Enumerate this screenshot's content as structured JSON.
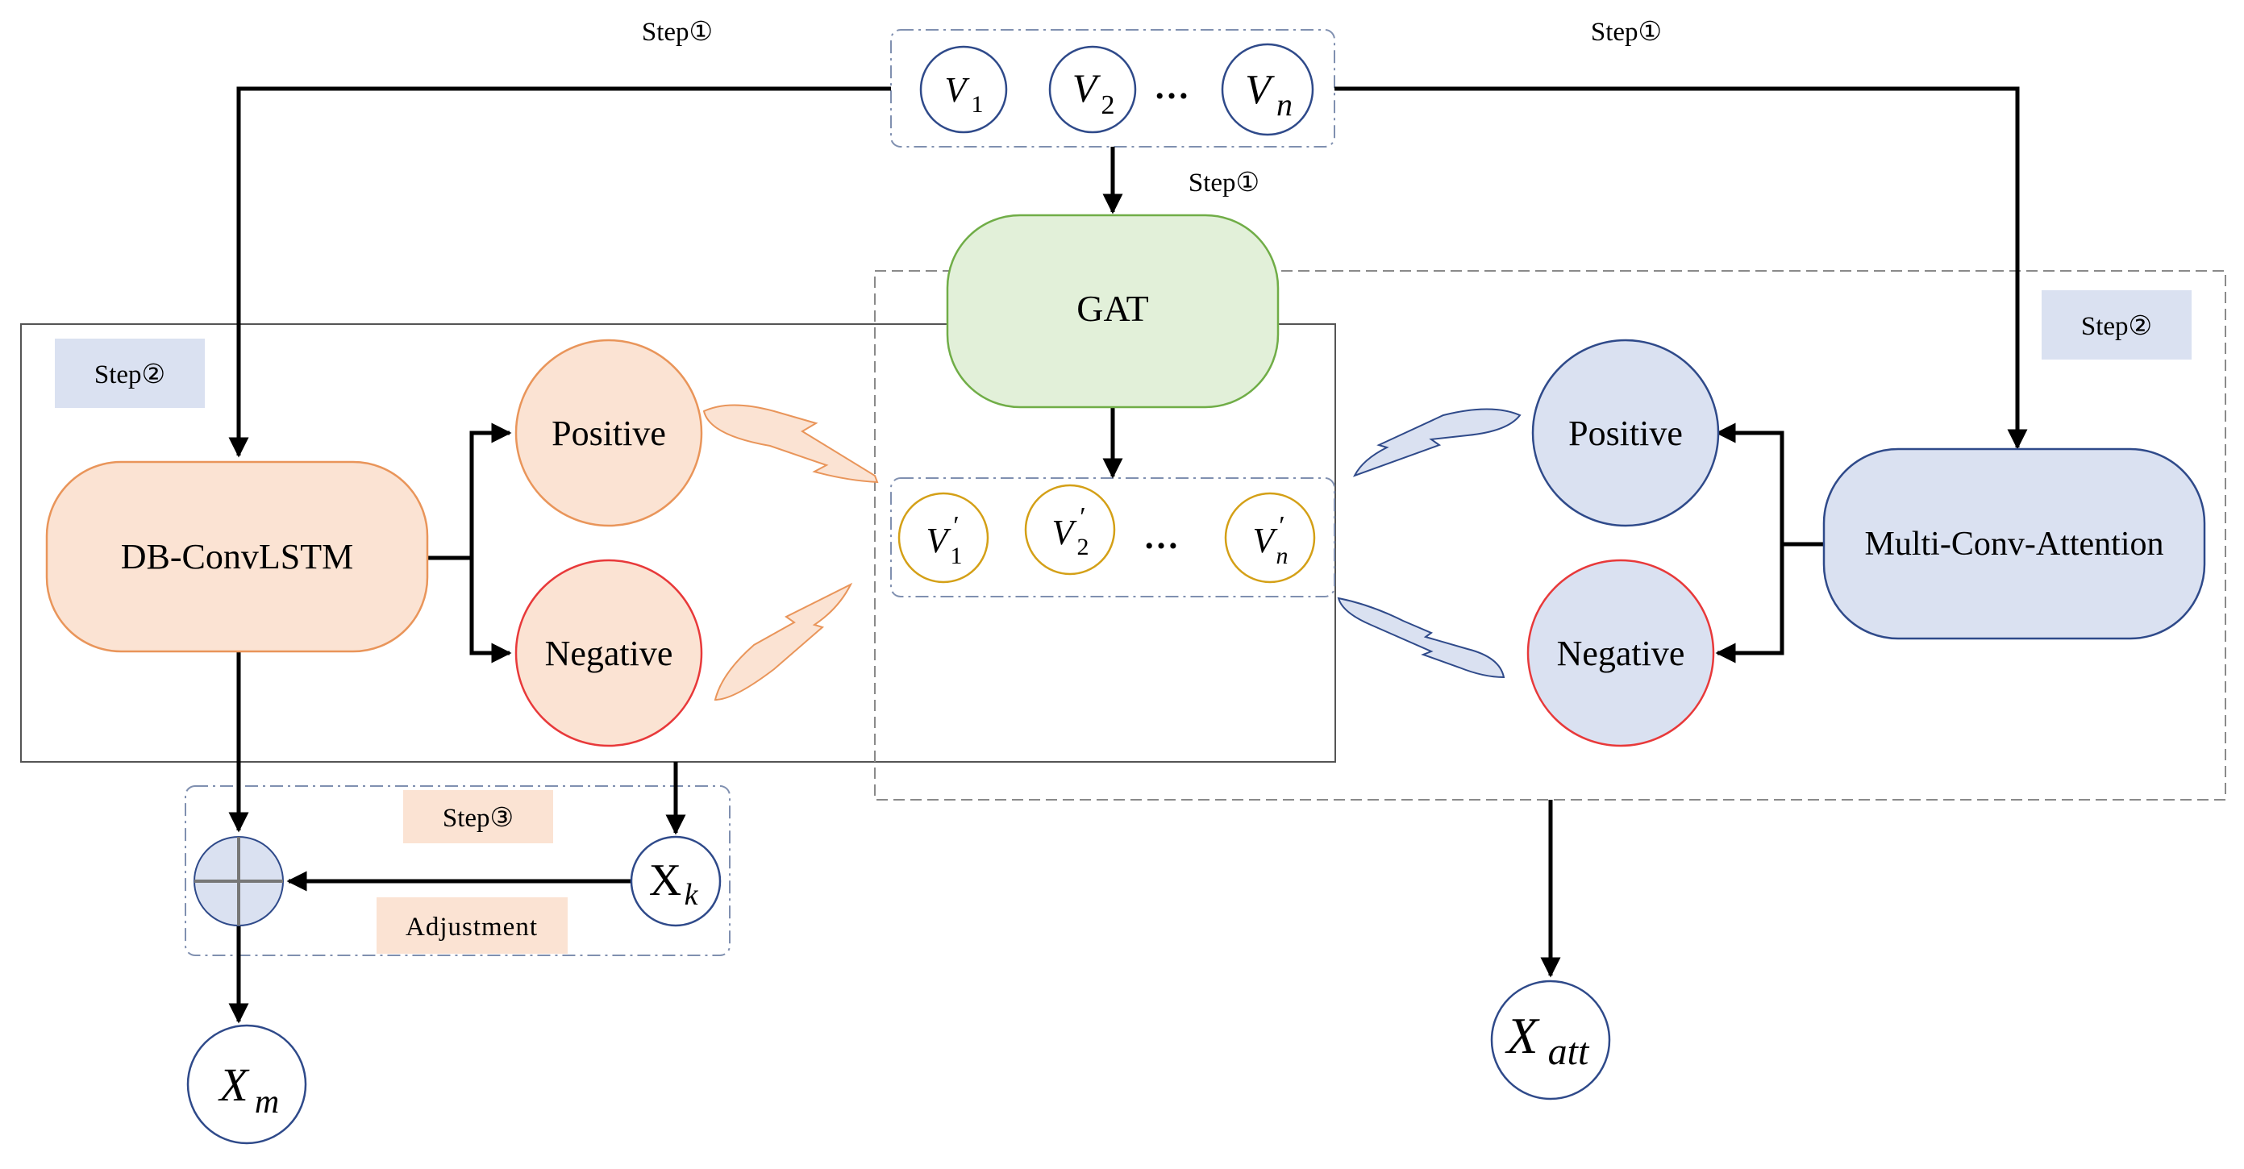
{
  "steps": {
    "step1_left": "Step①",
    "step1_mid": "Step①",
    "step1_right": "Step①",
    "step2_left": "Step②",
    "step2_right": "Step②",
    "step3": "Step③"
  },
  "input_nodes": {
    "v1_base": "V",
    "v1_sub": "1",
    "v2_base": "V",
    "v2_sub": "2",
    "vn_base": "V",
    "vn_sub": "n",
    "ellipsis": "…"
  },
  "gat": {
    "label": "GAT"
  },
  "output_nodes": {
    "v1_base": "V",
    "v1_sub": "1",
    "v2_base": "V",
    "v2_sub": "2",
    "vn_base": "V",
    "vn_sub": "n",
    "prime": "′",
    "ellipsis": "…"
  },
  "left_branch": {
    "model": "DB-ConvLSTM",
    "positive": "Positive",
    "negative": "Negative"
  },
  "right_branch": {
    "model": "Multi-Conv-Attention",
    "positive": "Positive",
    "negative": "Negative"
  },
  "adjustment": {
    "label": "Adjustment",
    "xk_base": "X",
    "xk_sub": "k"
  },
  "outputs": {
    "xm_base": "X",
    "xm_sub": "m",
    "xatt_base": "X",
    "xatt_sub": "att"
  },
  "colors": {
    "orange_fill": "#fbe3d3",
    "orange_stroke": "#e9955a",
    "blue_fill": "#dae1f1",
    "blue_stroke": "#2f4a8a",
    "green_fill": "#e2f0d9",
    "green_stroke": "#70ad47",
    "red_stroke": "#e8393a",
    "gold_stroke": "#d4a017",
    "dash_stroke": "#7f8fa6"
  }
}
